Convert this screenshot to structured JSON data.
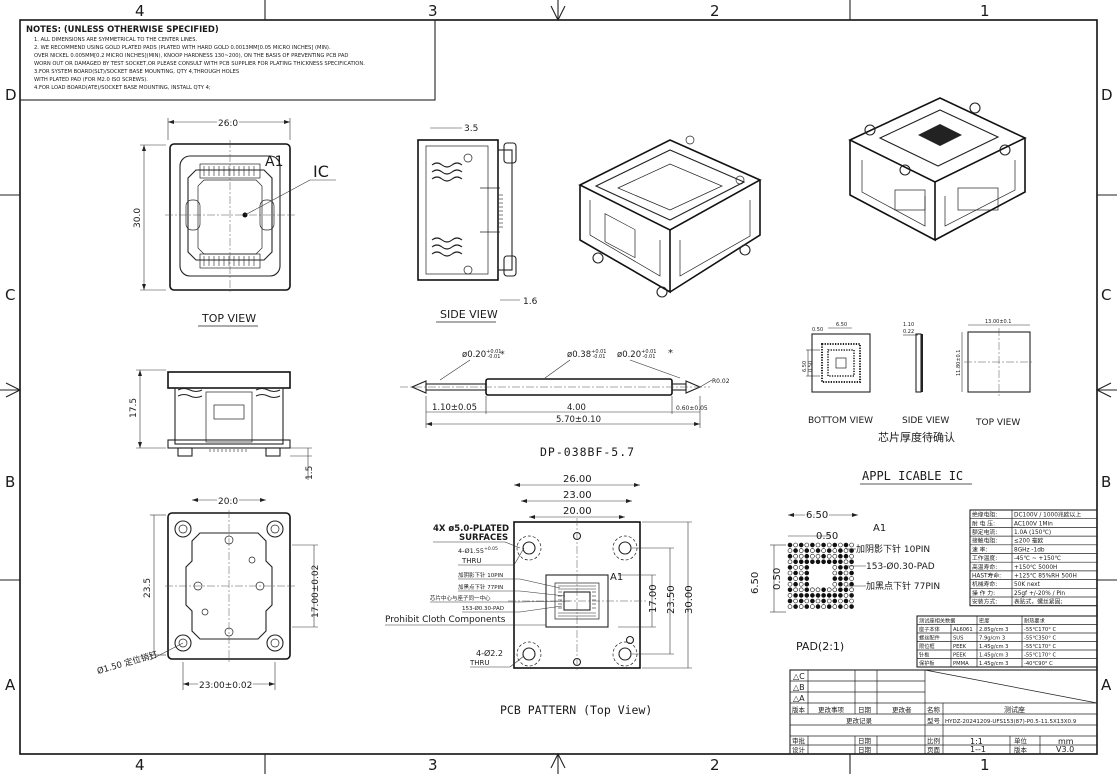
{
  "frame": {
    "cols_top": [
      "4",
      "3",
      "2",
      "1"
    ],
    "cols_bottom": [
      "4",
      "3",
      "2",
      "1"
    ],
    "rows_left": [
      "D",
      "C",
      "B",
      "A"
    ],
    "rows_right": [
      "D",
      "C",
      "B",
      "A"
    ]
  },
  "notes": {
    "title": "NOTES: (UNLESS OTHERWISE SPECIFIED)",
    "lines": [
      "1. ALL DIMENSIONS ARE SYMMETRICAL TO THE CENTER LINES.",
      "2. WE RECOMMEND USING GOLD PLATED PADS (PLATED WITH HARD GOLD 0.0013MM[0.05 MICRO INCHES] (MIN).",
      "OVER NICKEL 0.005MM[0.2 MICRO INCHES](MIN), KNOOP HARDNESS 130~200), ON THE BASIS OF PREVENTING PCB PAD",
      "WORN OUT OR DAMAGED BY TEST SOCKET,OR PLEASE CONSULT WITH PCB SUPPLIER FOR PLATING THICKNESS SPECIFICATION.",
      "3.FOR SYSTEM BOARD(SLT)/SOCKET BASE MOUNTING, QTY 4,THROUGH HOLES",
      "WITH PLATED PAD (FOR M2.0 ISO SCREWS).",
      "4.FOR LOAD BOARD(ATE)/SOCKET BASE MOUNTING, INSTALL QTY 4;"
    ]
  },
  "top_view": {
    "width_dim": "26.0",
    "height_dim": "30.0",
    "a1_label": "A1",
    "ic_label": "IC",
    "caption": "TOP VIEW"
  },
  "side_view": {
    "top_dim": "3.5",
    "bottom_dim": "1.6",
    "caption": "SIDE VIEW"
  },
  "front_view": {
    "height_dim": "17.5",
    "foot_dim": "1.5"
  },
  "bottom_view": {
    "top_dim": "20.0",
    "left_dim": "23.5",
    "right_dim": "17.00±0.02",
    "bottom_dim": "23.00±0.02",
    "pin_label": "Ø1.50",
    "pin_label_suffix": "定位销钉"
  },
  "probe": {
    "d1": "ø0.20",
    "d2": "ø0.38",
    "d3": "ø0.20",
    "tol_up": "+0.01",
    "tol_dn": "-0.01",
    "star": "*",
    "r_label": "R0.02",
    "len1": "1.10±0.05",
    "len2": "4.00",
    "len3": "0.60±0.05",
    "total": "5.70±0.10",
    "caption": "DP-038BF-5.7"
  },
  "pcb": {
    "dim_top1": "26.00",
    "dim_top2": "23.00",
    "dim_top3": "20.00",
    "dim_r1": "17.00",
    "dim_r2": "23.50",
    "dim_r3": "30.00",
    "hole_label": "4X ø5.0-PLATED",
    "hole_label2": "SURFACES",
    "thru1_label": "4-Ø1.55",
    "thru1_tol": "+0.05",
    "thru1_label2": "THRU",
    "pin10": "加阴影下针 10PIN",
    "pin77": "加黑点下针 77PIN",
    "center_note": "芯片中心与座子同一中心",
    "pad_note": "153-Ø0.30-PAD",
    "prohibit": "Prohibit Cloth Components",
    "thru2_label": "4-Ø2.2",
    "thru2_label2": "THRU",
    "a1": "A1",
    "caption": "PCB PATTERN (Top View)"
  },
  "ic": {
    "bottom_caption": "BOTTOM VIEW",
    "side_caption": "SIDE VIEW",
    "top_caption": "TOP VIEW",
    "thickness_note": "芯片厚度待确认",
    "applicable": "APPL ICABLE IC",
    "dim_050a": "0.50",
    "dim_650": "6.50",
    "dim_110": "1.10",
    "dim_022": "0.22",
    "dim_1300": "13.00±0.1",
    "dim_1180": "11.80±0.1",
    "dim_650v": "6.50",
    "dim_050v": "0.50"
  },
  "pad": {
    "dim_650": "6.50",
    "dim_050": "0.50",
    "dim_650v": "6.50",
    "dim_050v": "0.50",
    "a1": "A1",
    "pin10": "加阴影下针 10PIN",
    "pad153": "153-Ø0.30-PAD",
    "pin77": "加黑点下针 77PIN",
    "caption": "PAD(2:1)"
  },
  "spec_table": {
    "rows": [
      [
        "绝缘电阻:",
        "DC100V / 1000兆欧以上"
      ],
      [
        "耐 电 压:",
        "AC100V 1Min"
      ],
      [
        "额定电流:",
        "1.0A (150℃)"
      ],
      [
        "接触电阻:",
        "≤200 毫欧"
      ],
      [
        "速    率:",
        "8GHz -1db"
      ],
      [
        "工作温度:",
        "-45℃ ~ +150℃"
      ],
      [
        "高温寿命:",
        "+150℃ 5000H"
      ],
      [
        "HAST寿命:",
        "+125℃ 85%RH 500H"
      ],
      [
        "机械寿命:",
        "50K next"
      ],
      [
        "操 作 力:",
        "25gf +/-20% / Pin"
      ],
      [
        "安装方式:",
        "表贴式，螺丝紧固;"
      ]
    ]
  },
  "material_table": {
    "header": [
      "测试座相关数据",
      "",
      "密度",
      "耐热要求"
    ],
    "rows": [
      [
        "座子本体",
        "AL6061",
        "2.85g/cm 3",
        "-55℃170° C"
      ],
      [
        "螺丝配件",
        "SUS",
        "7.9g/cm 3",
        "-55℃350° C"
      ],
      [
        "限位框",
        "PEEK",
        "1.45g/cm 3",
        "-55℃170° C"
      ],
      [
        "针板",
        "PEEK",
        "1.45g/cm 3",
        "-55℃170° C"
      ],
      [
        "保护板",
        "PMMA",
        "1.45g/cm 3",
        "-40℃90° C"
      ]
    ]
  },
  "title_block": {
    "rev_rows": [
      "△C",
      "△B",
      "△A"
    ],
    "h_ver": "版本",
    "h_item": "更改事项",
    "h_date": "日期",
    "h_by": "更改者",
    "change_record": "更改记录",
    "h_name": "名称",
    "name_value": "测试座",
    "h_model": "型号",
    "model_value": "HYDZ-20241209-UFS153(87)-P0.5-11.5X13X0.9",
    "h_review": "审批",
    "h_scale": "比例",
    "scale_value": "1:1",
    "h_unit": "单位",
    "unit_value": "mm",
    "h_design": "设计",
    "h_page": "页面",
    "page_value": "1--1",
    "h_version": "版本",
    "version_value": "V3.0",
    "h_date2": "日期"
  }
}
